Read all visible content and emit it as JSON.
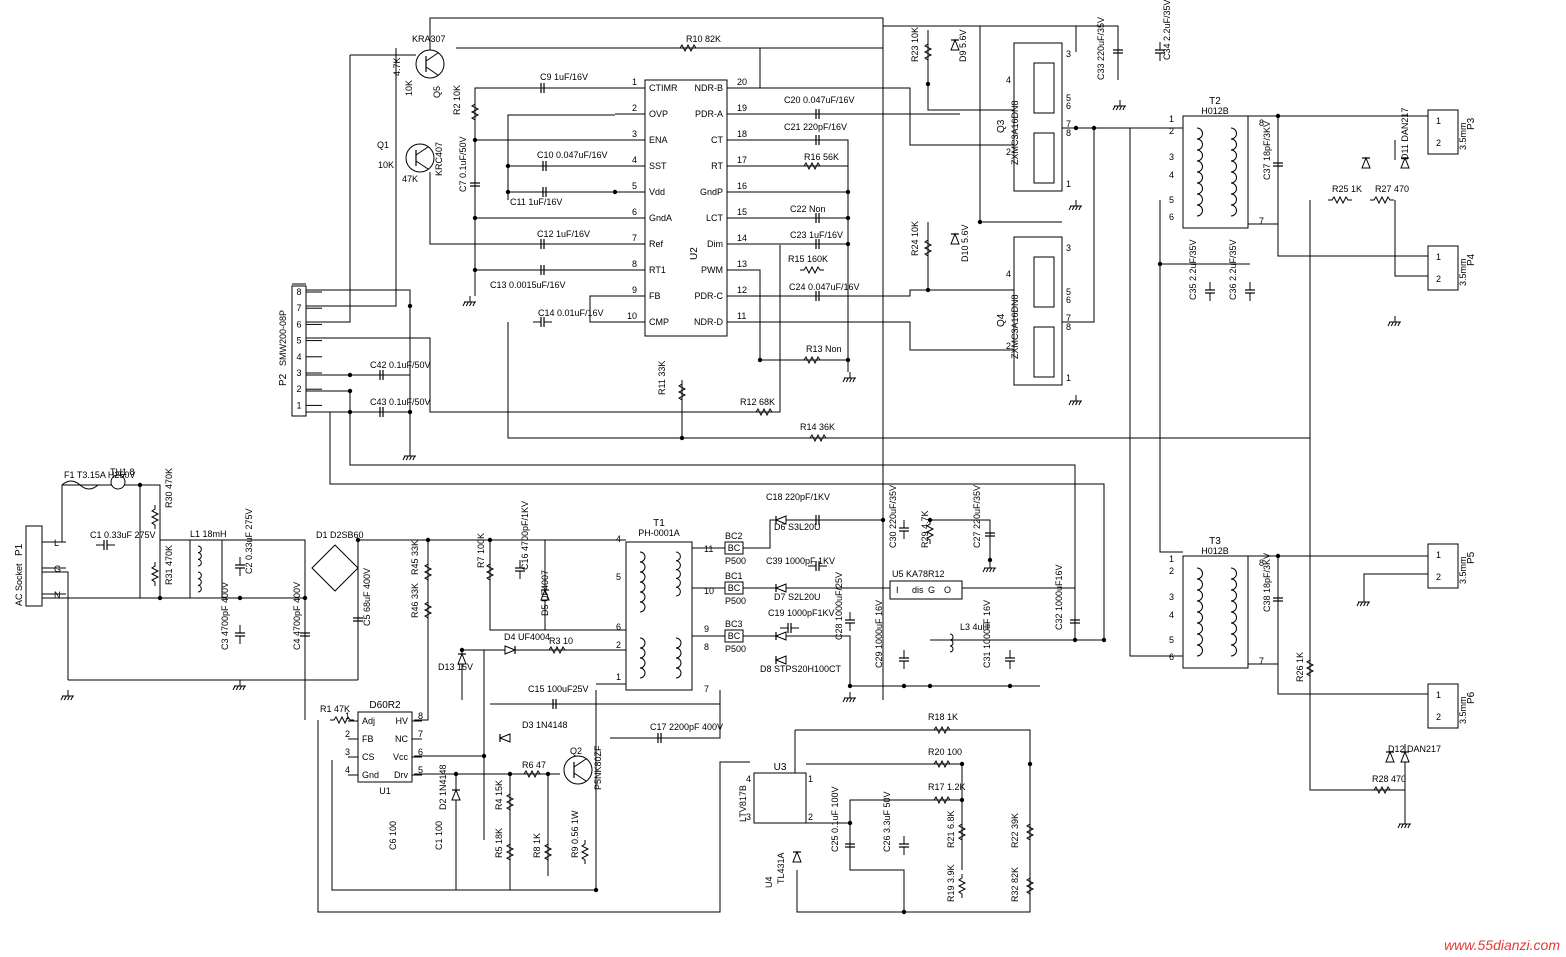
{
  "watermark": "www.55dianzi.com",
  "u2": {
    "name": "U2",
    "left_pins": [
      {
        "n": "1",
        "label": "CTIMR"
      },
      {
        "n": "2",
        "label": "OVP"
      },
      {
        "n": "3",
        "label": "ENA"
      },
      {
        "n": "4",
        "label": "SST"
      },
      {
        "n": "5",
        "label": "Vdd"
      },
      {
        "n": "6",
        "label": "GndA"
      },
      {
        "n": "7",
        "label": "Ref"
      },
      {
        "n": "8",
        "label": "RT1"
      },
      {
        "n": "9",
        "label": "FB"
      },
      {
        "n": "10",
        "label": "CMP"
      }
    ],
    "right_pins": [
      {
        "n": "20",
        "label": "NDR-B"
      },
      {
        "n": "19",
        "label": "PDR-A"
      },
      {
        "n": "18",
        "label": "CT"
      },
      {
        "n": "17",
        "label": "RT"
      },
      {
        "n": "16",
        "label": "GndP"
      },
      {
        "n": "15",
        "label": "LCT"
      },
      {
        "n": "14",
        "label": "Dim"
      },
      {
        "n": "13",
        "label": "PWM"
      },
      {
        "n": "12",
        "label": "PDR-C"
      },
      {
        "n": "11",
        "label": "NDR-D"
      }
    ]
  },
  "u1": {
    "name": "U1",
    "part": "D60R2",
    "left_pins": [
      {
        "n": "1",
        "label": "Adj"
      },
      {
        "n": "2",
        "label": "FB"
      },
      {
        "n": "3",
        "label": "CS"
      },
      {
        "n": "4",
        "label": "Gnd"
      }
    ],
    "right_pins": [
      {
        "n": "8",
        "label": "HV"
      },
      {
        "n": "7",
        "label": "NC"
      },
      {
        "n": "6",
        "label": "Vcc"
      },
      {
        "n": "5",
        "label": "Drv"
      }
    ]
  },
  "p2": {
    "name": "P2",
    "part": "SMW200-08P",
    "pins": [
      "8",
      "7",
      "6",
      "5",
      "4",
      "3",
      "2",
      "1"
    ]
  },
  "p1": {
    "name": "P1",
    "part": "AC Socket",
    "pins": [
      "L",
      "G",
      "N"
    ]
  },
  "mosfets": [
    {
      "ref": "Q3",
      "part": "ZXMC3A16DN8",
      "pins": [
        "3",
        "4",
        "5",
        "6",
        "7",
        "8",
        "2",
        "1"
      ]
    },
    {
      "ref": "Q4",
      "part": "ZXMC3A16DN8",
      "pins": [
        "3",
        "4",
        "5",
        "6",
        "7",
        "8",
        "2",
        "1"
      ]
    }
  ],
  "transformers": [
    {
      "ref": "T2",
      "part": "H012B",
      "pins": [
        "1",
        "2",
        "3",
        "4",
        "5",
        "6",
        "8",
        "7"
      ]
    },
    {
      "ref": "T3",
      "part": "H012B",
      "pins": [
        "1",
        "2",
        "3",
        "4",
        "5",
        "6",
        "8",
        "7"
      ]
    },
    {
      "ref": "T1",
      "part": "PH-0001A",
      "pins": [
        "4",
        "5",
        "6",
        "2",
        "1",
        "11",
        "10",
        "9",
        "8",
        "7"
      ]
    }
  ],
  "outputs": [
    {
      "ref": "P3",
      "size": "3.5mm",
      "pins": [
        "1",
        "2"
      ]
    },
    {
      "ref": "P4",
      "size": "3.5mm",
      "pins": [
        "1",
        "2"
      ]
    },
    {
      "ref": "P5",
      "size": "3.5mm",
      "pins": [
        "1",
        "2"
      ]
    },
    {
      "ref": "P6",
      "size": "3.5mm",
      "pins": [
        "1",
        "2"
      ]
    }
  ],
  "regulator": {
    "ref": "U5",
    "part": "KA78R12",
    "pins": [
      "I",
      "dis",
      "G",
      "O"
    ]
  },
  "opto": {
    "ref": "U3",
    "part": "LTV817B",
    "pins": [
      "4",
      "3",
      "1",
      "2"
    ]
  },
  "shunt": {
    "ref": "U4",
    "part": "TL431A"
  },
  "transistors": [
    {
      "ref": "Q5",
      "part": "KRA307",
      "r1": "4.7K",
      "r2": "10K"
    },
    {
      "ref": "Q1",
      "part": "KRC407",
      "r1": "10K",
      "r2": "47K"
    },
    {
      "ref": "Q2",
      "part": "P5NK80ZF"
    }
  ],
  "bead_labels": [
    {
      "ref": "BC2",
      "val": "P500",
      "box": "BC"
    },
    {
      "ref": "BC1",
      "val": "P500",
      "box": "BC"
    },
    {
      "ref": "BC3",
      "val": "P500",
      "box": "BC"
    }
  ],
  "labels": [
    {
      "ref": "R10",
      "val": "82K"
    },
    {
      "ref": "C9",
      "val": "1uF/16V"
    },
    {
      "ref": "R2",
      "val": "10K"
    },
    {
      "ref": "C10",
      "val": "0.047uF/16V"
    },
    {
      "ref": "C11",
      "val": "1uF/16V"
    },
    {
      "ref": "C7",
      "val": "0.1uF/50V"
    },
    {
      "ref": "C12",
      "val": "1uF/16V"
    },
    {
      "ref": "C13",
      "val": "0.0015uF/16V"
    },
    {
      "ref": "C14",
      "val": "0.01uF/16V"
    },
    {
      "ref": "C20",
      "val": "0.047uF/16V"
    },
    {
      "ref": "C21",
      "val": "220pF/16V"
    },
    {
      "ref": "R16",
      "val": "56K"
    },
    {
      "ref": "C22",
      "val": "Non"
    },
    {
      "ref": "C23",
      "val": "1uF/16V"
    },
    {
      "ref": "R15",
      "val": "160K"
    },
    {
      "ref": "C24",
      "val": "0.047uF/16V"
    },
    {
      "ref": "R13",
      "val": "Non"
    },
    {
      "ref": "R11",
      "val": "33K"
    },
    {
      "ref": "R12",
      "val": "68K"
    },
    {
      "ref": "R14",
      "val": "36K"
    },
    {
      "ref": "C42",
      "val": "0.1uF/50V"
    },
    {
      "ref": "C43",
      "val": "0.1uF/50V"
    },
    {
      "ref": "R23",
      "val": "10K"
    },
    {
      "ref": "D9",
      "val": "5.6V"
    },
    {
      "ref": "R24",
      "val": "10K"
    },
    {
      "ref": "D10",
      "val": "5.6V"
    },
    {
      "ref": "C33",
      "val": "220uF/35V"
    },
    {
      "ref": "C34",
      "val": "2.2uF/35V"
    },
    {
      "ref": "C35",
      "val": "2.2uF/35V"
    },
    {
      "ref": "C36",
      "val": "2.2uF/35V"
    },
    {
      "ref": "C37",
      "val": "18pF/3KV"
    },
    {
      "ref": "C38",
      "val": "18pF/3KV"
    },
    {
      "ref": "R25",
      "val": "1K"
    },
    {
      "ref": "R27",
      "val": "470"
    },
    {
      "ref": "D11",
      "val": "DAN217"
    },
    {
      "ref": "R26",
      "val": "1K"
    },
    {
      "ref": "R28",
      "val": "470"
    },
    {
      "ref": "D12",
      "val": "DAN217"
    },
    {
      "ref": "F1",
      "val": "T3.15A H250V"
    },
    {
      "ref": "TH1",
      "val": "8"
    },
    {
      "ref": "C1",
      "val": "0.33uF 275V"
    },
    {
      "ref": "R30",
      "val": "470K"
    },
    {
      "ref": "R31",
      "val": "470K"
    },
    {
      "ref": "L1",
      "val": "18mH"
    },
    {
      "ref": "C2",
      "val": "0.33uF 275V"
    },
    {
      "ref": "C3",
      "val": "4700pF 400V"
    },
    {
      "ref": "C4",
      "val": "4700pF 400V"
    },
    {
      "ref": "D1",
      "val": "D2SB60"
    },
    {
      "ref": "C5",
      "val": "68uF 400V"
    },
    {
      "ref": "R45",
      "val": "33K"
    },
    {
      "ref": "R46",
      "val": "33K"
    },
    {
      "ref": "R7",
      "val": "100K"
    },
    {
      "ref": "C16",
      "val": "4700pF/1KV"
    },
    {
      "ref": "D5",
      "val": "UF4007"
    },
    {
      "ref": "D4",
      "val": "UF4004"
    },
    {
      "ref": "R3",
      "val": "10"
    },
    {
      "ref": "D13",
      "val": "15V"
    },
    {
      "ref": "C15",
      "val": "100uF25V"
    },
    {
      "ref": "R1",
      "val": "47K"
    },
    {
      "ref": "D3",
      "val": "1N4148"
    },
    {
      "ref": "R6",
      "val": "47"
    },
    {
      "ref": "D2",
      "val": "1N4148"
    },
    {
      "ref": "R4",
      "val": "15K"
    },
    {
      "ref": "R5",
      "val": "18K"
    },
    {
      "ref": "R8",
      "val": "1K"
    },
    {
      "ref": "R9",
      "val": "0.56 1W"
    },
    {
      "ref": "C17",
      "val": "2200pF 400V"
    },
    {
      "ref": "C18",
      "val": "220pF/1KV"
    },
    {
      "ref": "D6",
      "val": "S3L20U"
    },
    {
      "ref": "C39",
      "val": "1000pF 1KV"
    },
    {
      "ref": "D7",
      "val": "S2L20U"
    },
    {
      "ref": "C19",
      "val": "1000pF1KV"
    },
    {
      "ref": "D8",
      "val": "STPS20H100CT"
    },
    {
      "ref": "C28",
      "val": "1000uF/25V"
    },
    {
      "ref": "C29",
      "val": "1000uF 16V"
    },
    {
      "ref": "L3",
      "val": "4uH"
    },
    {
      "ref": "C31",
      "val": "1000uF 16V"
    },
    {
      "ref": "C32",
      "val": "1000uF16V"
    },
    {
      "ref": "C30",
      "val": "220uF/35V"
    },
    {
      "ref": "R29",
      "val": "4.7K"
    },
    {
      "ref": "C27",
      "val": "220uF/35V"
    },
    {
      "ref": "R18",
      "val": "1K"
    },
    {
      "ref": "R20",
      "val": "100"
    },
    {
      "ref": "R17",
      "val": "1.2K"
    },
    {
      "ref": "R21",
      "val": "6.8K"
    },
    {
      "ref": "R22",
      "val": "39K"
    },
    {
      "ref": "C25",
      "val": "0.1uF 100V"
    },
    {
      "ref": "C26",
      "val": "3.3uF 50V"
    },
    {
      "ref": "R19",
      "val": "3.9K"
    },
    {
      "ref": "R32",
      "val": "82K"
    },
    {
      "ref": "C6",
      "val": "100"
    },
    {
      "ref": "C1b",
      "val": "100"
    }
  ]
}
